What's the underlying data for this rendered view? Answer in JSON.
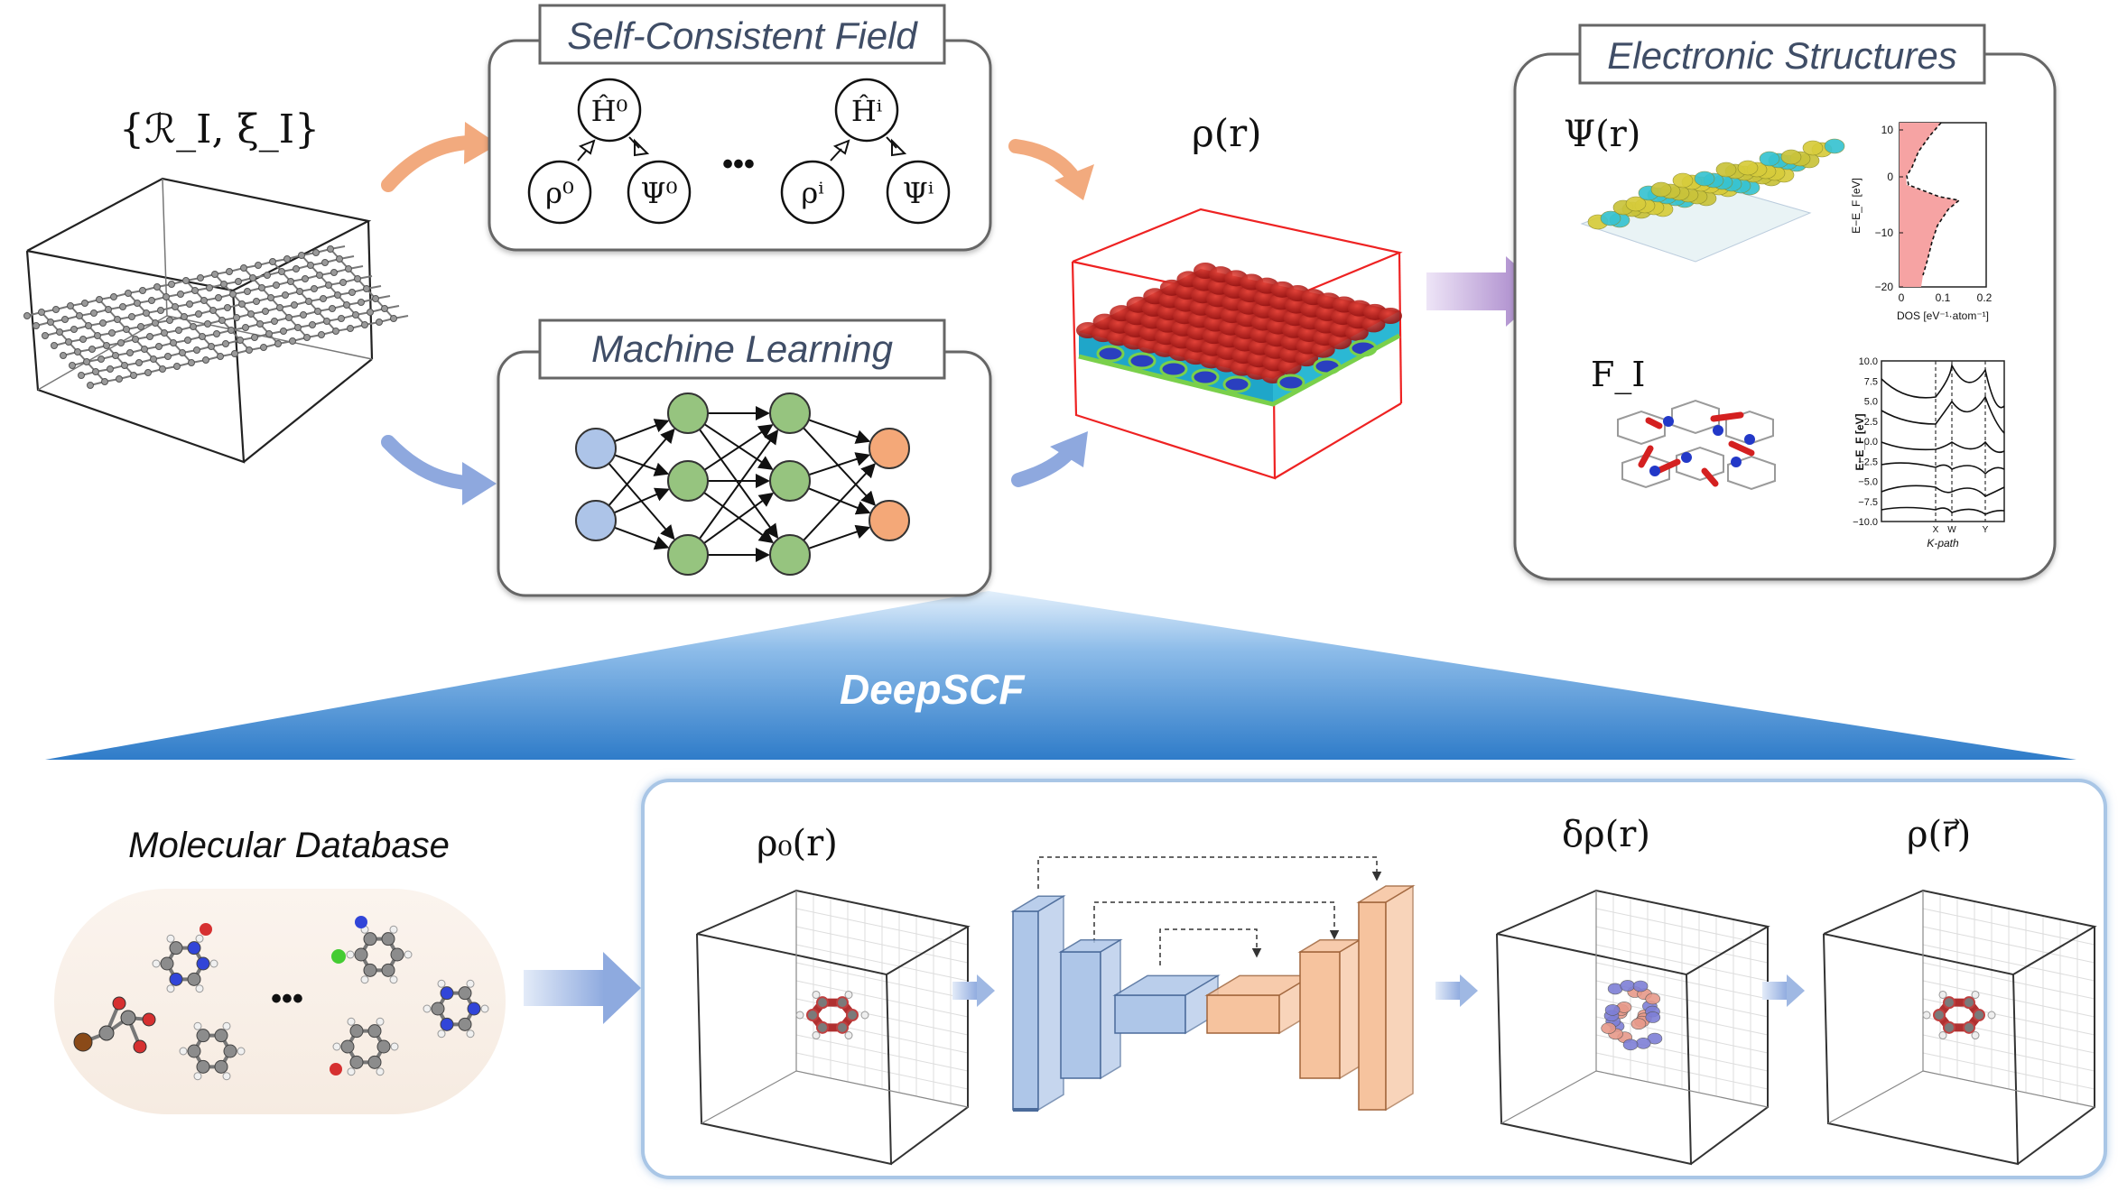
{
  "top": {
    "input_label": "{ℛ_I, ξ_I}",
    "scf": {
      "title": "Self-Consistent Field",
      "h0": "Ĥ⁰",
      "hi": "Ĥⁱ",
      "rho0": "ρ⁰",
      "psi0": "Ψ⁰",
      "rhoi": "ρⁱ",
      "psii": "Ψⁱ",
      "ellipsis": "•••"
    },
    "ml": {
      "title": "Machine Learning"
    },
    "density_label": "ρ(r)",
    "electronic": {
      "title": "Electronic Structures",
      "psi_label": "Ψ(r)",
      "force_label": "F_I",
      "dos": {
        "ylabel": "E−E_F [eV]",
        "xlabel": "DOS [eV⁻¹·atom⁻¹]",
        "yticks": [
          "10",
          "0",
          "−10",
          "−20"
        ],
        "xticks": [
          "0",
          "0.1",
          "0.2"
        ]
      },
      "bands": {
        "ylabel": "E−E_F [eV]",
        "xlabel": "K-path",
        "yticks": [
          "10.0",
          "7.5",
          "5.0",
          "2.5",
          "0.0",
          "−2.5",
          "−5.0",
          "−7.5",
          "−10.0"
        ],
        "kpoints": [
          "X",
          "W",
          "Y"
        ]
      }
    }
  },
  "banner": {
    "title": "DeepSCF"
  },
  "bottom": {
    "database_title": "Molecular Database",
    "ellipsis": "•••",
    "rho0_label": "ρ₀(r)",
    "delta_label": "δρ(r)",
    "final_label": "ρ(r⃗)"
  },
  "colors": {
    "orange_arrow": "#f2aa7e",
    "blue_arrow": "#8ea8de",
    "purple_arrow": "#b9a0d4",
    "banner": "#3d86cf",
    "node_blue": "#adc4e8",
    "node_green": "#96c47f",
    "node_orange": "#f4a878",
    "unet_blue": "#aec6e8",
    "unet_orange": "#f6c39e"
  }
}
